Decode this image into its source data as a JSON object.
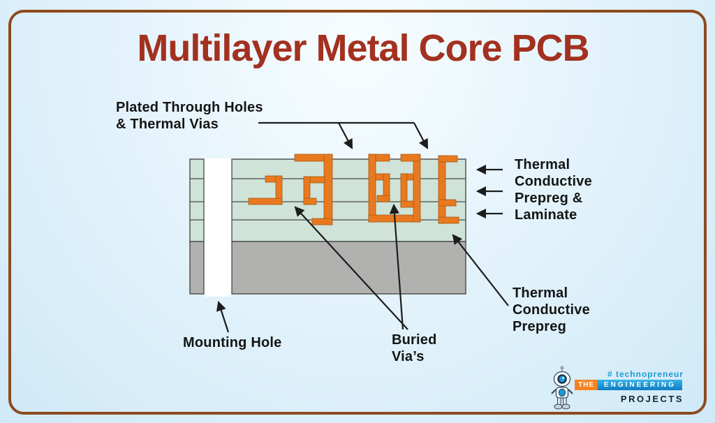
{
  "title": {
    "text": "Multilayer Metal Core PCB",
    "color": "#A23120"
  },
  "labels": {
    "plated_through_holes": "Plated Through Holes\n& Thermal Vias",
    "thermal_conductive_prepreg_laminate": "Thermal\nConductive\nPrepreg &\nLaminate",
    "mounting_hole": "Mounting Hole",
    "buried_vias": "Buried\nVia’s",
    "thermal_conductive_prepreg": "Thermal\nConductive\nPrepreg"
  },
  "diagram": {
    "colors": {
      "copper": "#E8791F",
      "laminate_green": "#CFE3D8",
      "metal_core_gray": "#B1B1B0",
      "mounting_hole_white": "#FFFFFF",
      "outline": "#4A4A4A",
      "arrow": "#1C1C1C"
    }
  },
  "logo": {
    "tagline": "# technopreneur",
    "brand_the": "THE",
    "brand_engineering": "ENGINEERING",
    "brand_projects": "PROJECTS",
    "colors": {
      "tagline": "#1D9AD6",
      "the_bg": "#F5821F",
      "engineering_bg": "#1798D5",
      "projects_text": "#16222E"
    }
  },
  "frame": {
    "border_color": "#8E4A1F"
  }
}
